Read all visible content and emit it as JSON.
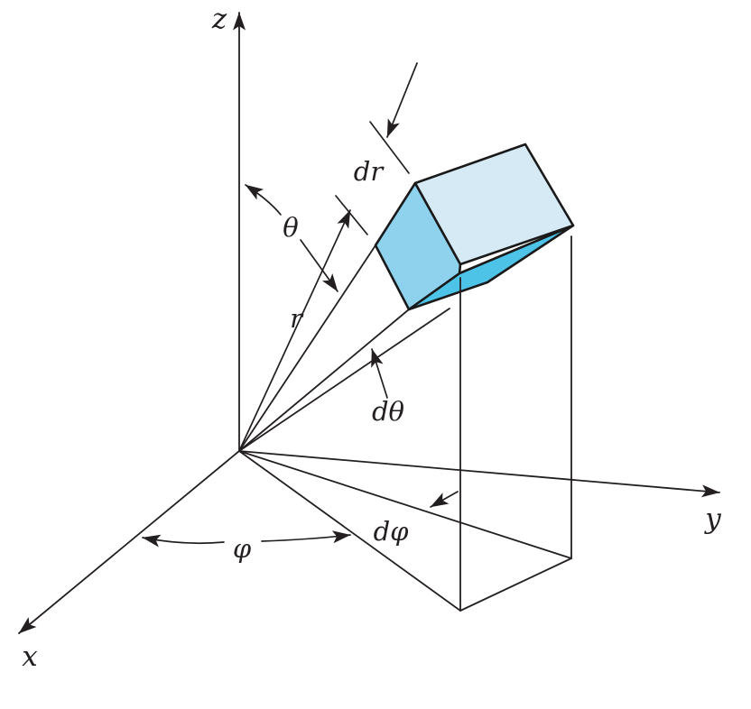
{
  "figure": {
    "description": "Spherical coordinate system diagram with differential volume element",
    "axis_labels": {
      "x": "x",
      "y": "y",
      "z": "z"
    },
    "coordinate_labels": {
      "r": "r",
      "theta": "θ",
      "phi": "φ"
    },
    "differential_labels": {
      "dr": "dr",
      "dtheta": "dθ",
      "dphi": "dφ"
    },
    "colors": {
      "stroke": "#231f20",
      "box_top": "#d5eaf5",
      "box_left": "#8ed2ed",
      "box_bottom": "#4ec3e8",
      "background": "#ffffff"
    }
  }
}
